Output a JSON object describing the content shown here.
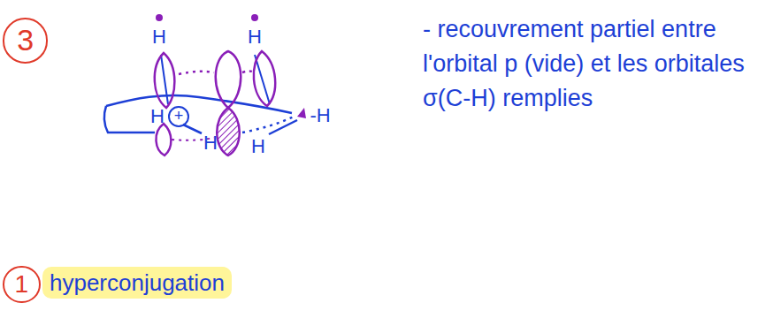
{
  "diagram": {
    "nodes": [
      {
        "text": [
          "3"
        ]
      },
      {
        "text": [
          "+"
        ]
      },
      {
        "text": [
          "1"
        ]
      },
      {
        "text": [
          "hyperconjugation"
        ]
      }
    ],
    "labels": [
      "H",
      "H",
      "H",
      "-H",
      "H",
      "H",
      "- recouvrement partiel entre l'orbital p (vide) et les orbitales σ(C-H) remplies"
    ]
  }
}
